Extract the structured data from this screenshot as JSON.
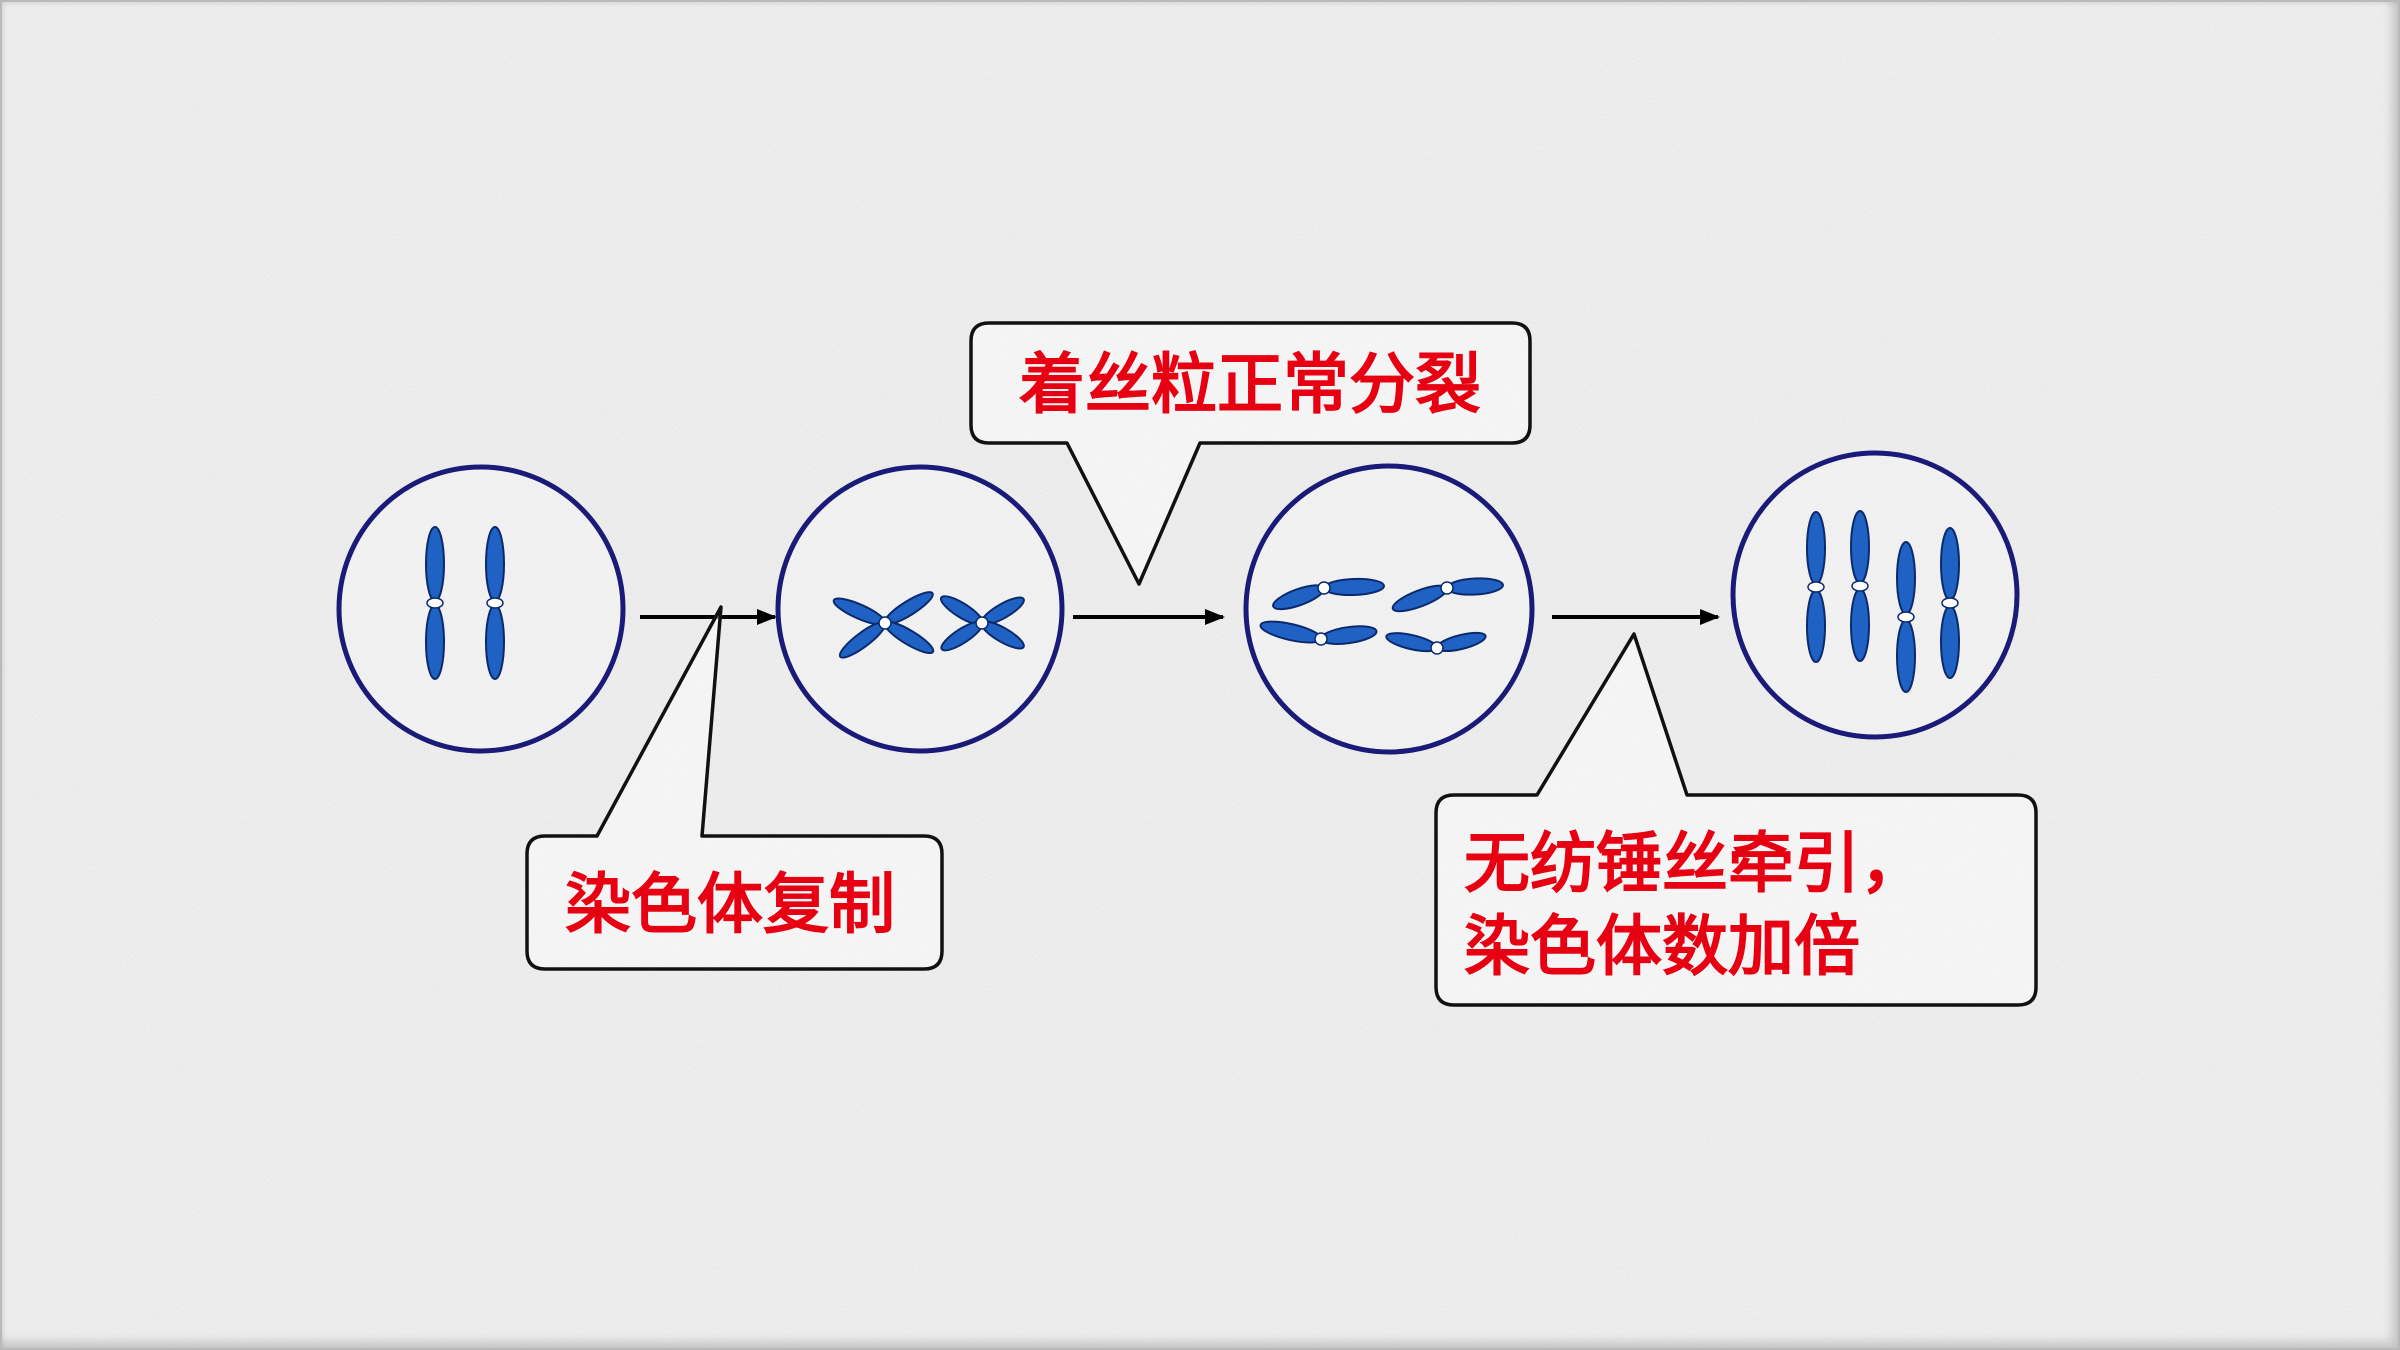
{
  "callouts": {
    "centromere_split": "着丝粒正常分裂",
    "chromosome_replication": "染色体复制",
    "no_spindle": {
      "line1": "无纺锤丝牵引，",
      "line2": "染色体数加倍"
    }
  },
  "colors": {
    "label_text": "#e60012",
    "cell_outline": "#1a1a78",
    "chromosome": "#1f62c4",
    "chromosome_outline": "#0b2a6e",
    "centromere": "#ffffff",
    "background": "#f2f2f2"
  }
}
